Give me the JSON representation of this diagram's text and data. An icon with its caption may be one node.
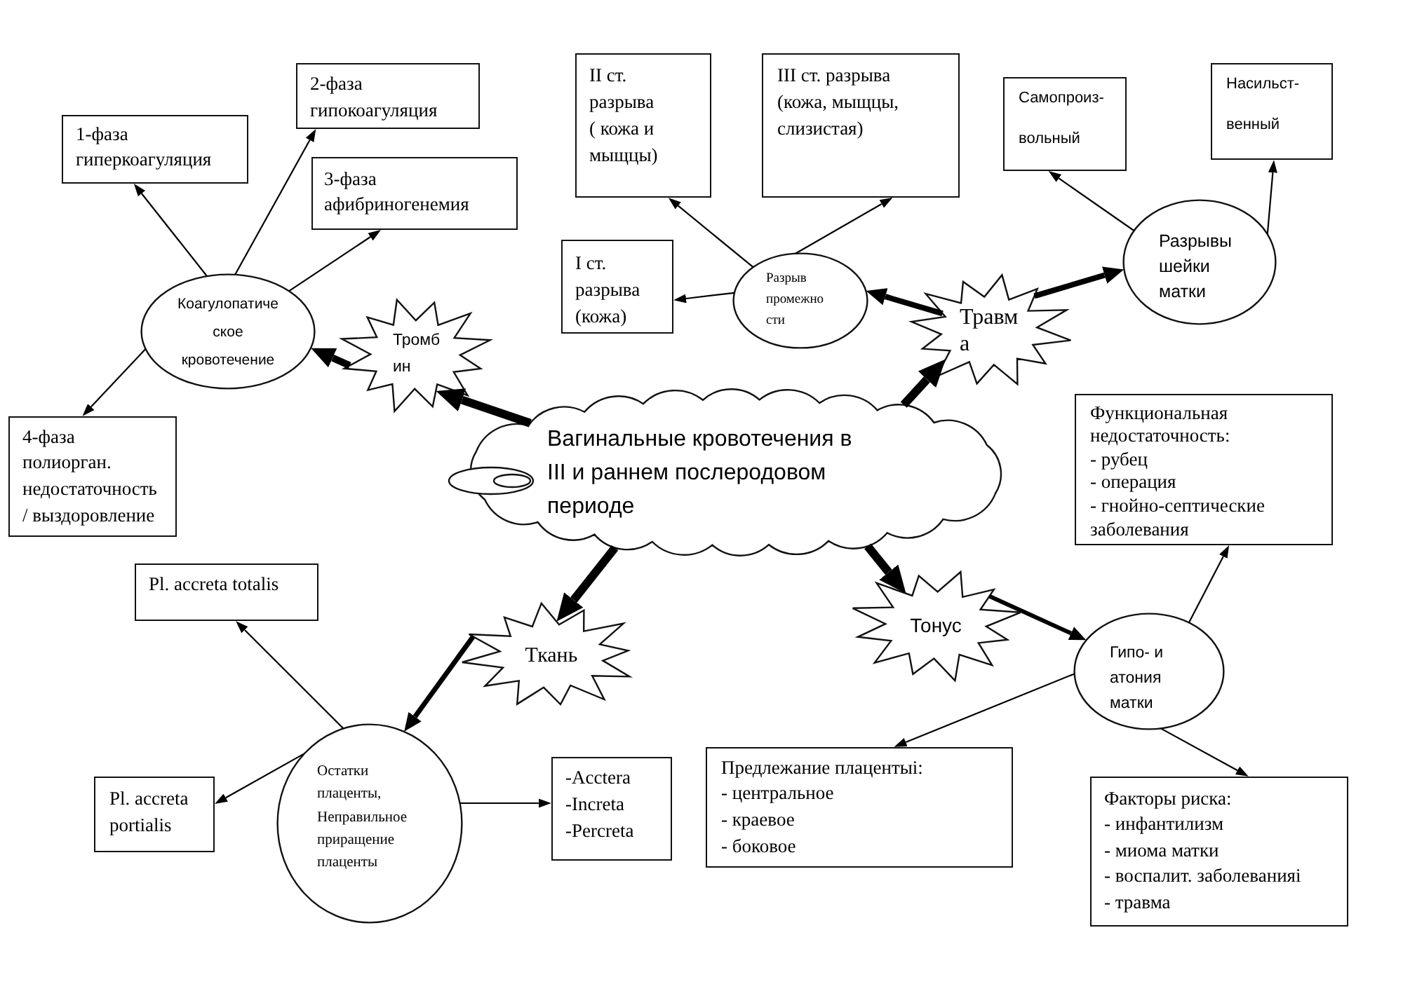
{
  "diagram": {
    "nodes": [
      {
        "text": [
          "2-фаза",
          "гипокоагуляция"
        ]
      },
      {
        "text": [
          "II ст. разрыва ( кожа и мыщцы)"
        ]
      },
      {
        "text": [
          "III ст. разрыва (кожа, мыщцы, слизистая)"
        ]
      },
      {
        "text": [
          "Самопроиз- вольный"
        ]
      },
      {
        "text": [
          "Насильст- венный"
        ]
      },
      {
        "text": [
          "1-фаза",
          "гиперкоагуляция"
        ]
      },
      {
        "text": [
          "3-фаза",
          "афибриногенемия"
        ]
      },
      {
        "text": [
          "Разрывы шейки матки"
        ]
      },
      {
        "text": [
          "I ст. разрыва (кожа)"
        ]
      },
      {
        "text": [
          "Разрыв промежно сти"
        ]
      },
      {
        "text": [
          "Коагулопатиче ское кровотечение"
        ]
      },
      {
        "text": [
          "Травм а"
        ]
      },
      {
        "text": [
          "Тромб ин"
        ]
      },
      {
        "text": [
          "4-фаза",
          "полиорган. недостаточность / выздоровление"
        ]
      },
      {
        "text": [
          "Вагинальные кровотечения в III и раннем послеродовом периоде"
        ]
      },
      {
        "text": [
          "Функциональная недостаточность:",
          "- рубец",
          "- операция",
          "- гнойно-септические заболевания"
        ]
      },
      {
        "text": [
          "Pl. accreta totalis"
        ]
      },
      {
        "text": [
          "Тонус"
        ]
      },
      {
        "text": [
          "Ткань"
        ]
      },
      {
        "text": [
          "Гипо- и атония матки"
        ]
      },
      {
        "text": [
          "Остатки плаценты, Неправильное приращение плаценты"
        ]
      },
      {
        "text": [
          "Pl. accreta portialis"
        ]
      },
      {
        "text": [
          "-Acctera",
          "-Increta",
          "-Percreta"
        ]
      },
      {
        "text": [
          "Предлежание плацентыi:",
          "- центральное",
          "- краевое",
          "- боковое"
        ]
      },
      {
        "text": [
          "Факторы риска:",
          "- инфантилизм",
          "- миома матки",
          "- воспалит. заболеванияi",
          "- травма"
        ]
      }
    ],
    "edges": [
      {
        "from": 14,
        "to": 12,
        "arrow": "to",
        "style": "thick"
      },
      {
        "from": 14,
        "to": 11,
        "arrow": "to",
        "style": "thick"
      },
      {
        "from": 14,
        "to": 18,
        "arrow": "to",
        "style": "thick"
      },
      {
        "from": 14,
        "to": 17,
        "arrow": "to",
        "style": "thick"
      },
      {
        "from": 12,
        "to": 10,
        "arrow": "to",
        "style": "thick"
      },
      {
        "from": 10,
        "to": 5,
        "arrow": "to"
      },
      {
        "from": 10,
        "to": 0,
        "arrow": "to"
      },
      {
        "from": 10,
        "to": 6,
        "arrow": "to"
      },
      {
        "from": 10,
        "to": 13,
        "arrow": "to"
      },
      {
        "from": 11,
        "to": 9,
        "arrow": "to",
        "style": "thick"
      },
      {
        "from": 11,
        "to": 7,
        "arrow": "to",
        "style": "thick"
      },
      {
        "from": 9,
        "to": 8,
        "arrow": "to"
      },
      {
        "from": 9,
        "to": 1,
        "arrow": "to"
      },
      {
        "from": 9,
        "to": 2,
        "arrow": "to"
      },
      {
        "from": 7,
        "to": 3,
        "arrow": "to"
      },
      {
        "from": 7,
        "to": 4,
        "arrow": "to"
      },
      {
        "from": 18,
        "to": 20,
        "arrow": "to",
        "style": "thick"
      },
      {
        "from": 20,
        "to": 16,
        "arrow": "to"
      },
      {
        "from": 20,
        "to": 21,
        "arrow": "to"
      },
      {
        "from": 20,
        "to": 22,
        "arrow": "to"
      },
      {
        "from": 17,
        "to": 19,
        "arrow": "to",
        "style": "thick"
      },
      {
        "from": 19,
        "to": 15,
        "arrow": "to"
      },
      {
        "from": 19,
        "to": 23,
        "arrow": "to"
      },
      {
        "from": 19,
        "to": 24,
        "arrow": "to"
      }
    ]
  }
}
